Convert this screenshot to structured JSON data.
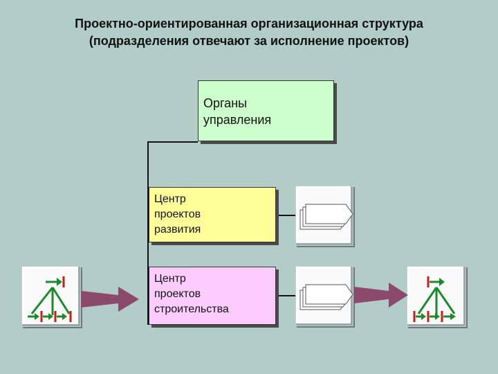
{
  "title": {
    "line1": "Проектно-ориентированная организационная структура",
    "line2": "(подразделения отвечают за исполнение проектов)"
  },
  "nodes": {
    "management": {
      "line1": "Органы",
      "line2": "управления",
      "color": "#ccffcc"
    },
    "dev_center": {
      "line1": "Центр",
      "line2": "проектов",
      "line3": "развития",
      "color": "#ffff99"
    },
    "build_center": {
      "line1": "Центр",
      "line2": "проектов",
      "line3": "строительства",
      "color": "#ffccff"
    }
  },
  "colors": {
    "background": "#b2cdc8",
    "arrow": "#8b4a6b",
    "green": "#1a8a2a",
    "red": "#cc1a1a"
  },
  "icons": [
    "project-stack-icon",
    "hierarchy-input-icon",
    "hierarchy-output-icon"
  ]
}
